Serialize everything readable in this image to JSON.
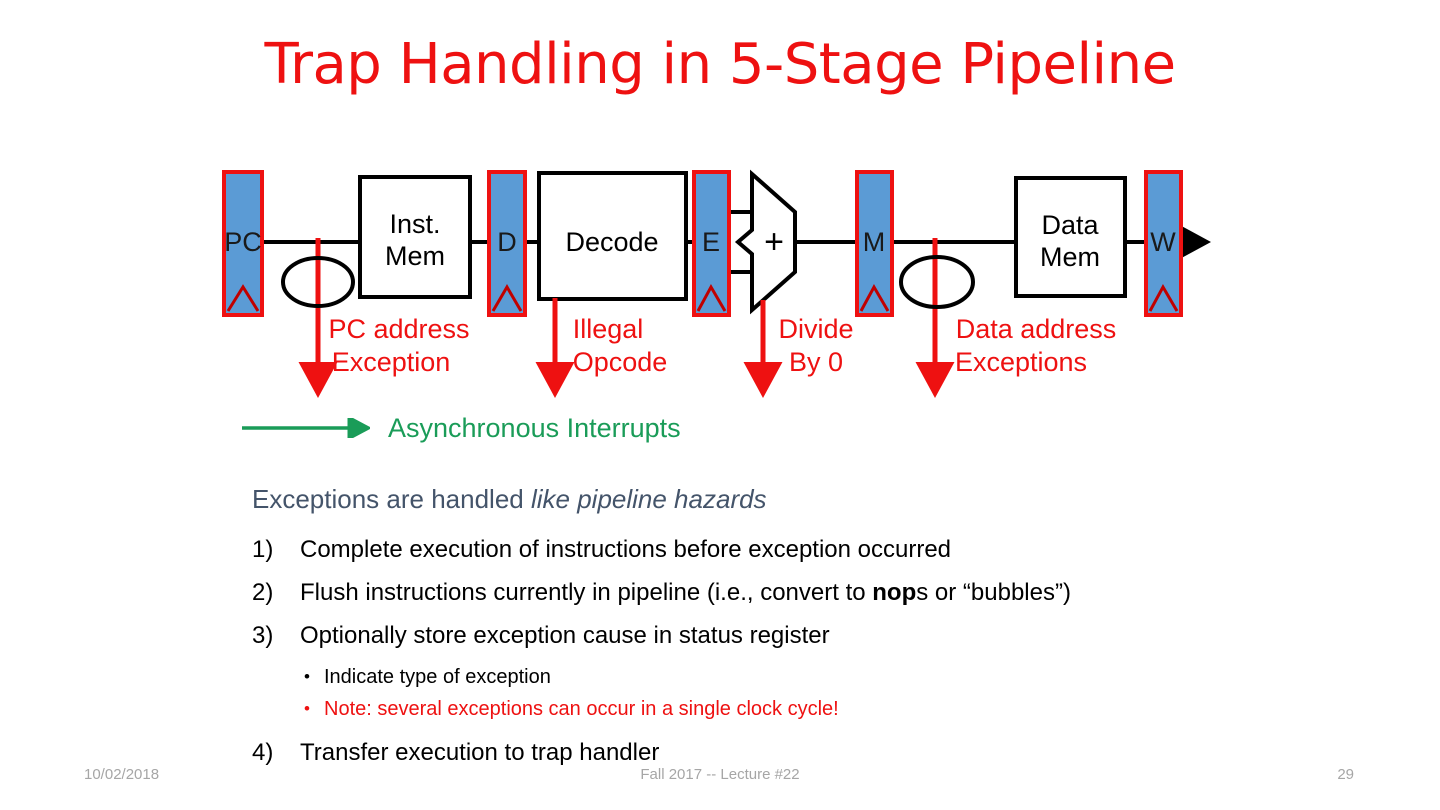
{
  "slide": {
    "title": "Trap Handling in 5-Stage Pipeline",
    "title_color": "#ee1111"
  },
  "diagram": {
    "register_fill": "#5b9bd5",
    "register_stroke": "#ee1111",
    "wire_color": "#000000",
    "exception_color": "#ee1111",
    "stages": [
      {
        "id": "pc",
        "label": "PC"
      },
      {
        "id": "d",
        "label": "D"
      },
      {
        "id": "e",
        "label": "E"
      },
      {
        "id": "m",
        "label": "M"
      },
      {
        "id": "w",
        "label": "W"
      }
    ],
    "units": [
      {
        "id": "inst-mem",
        "line1": "Inst.",
        "line2": "Mem"
      },
      {
        "id": "decode",
        "line1": "Decode",
        "line2": ""
      },
      {
        "id": "data-mem",
        "line1": "Data",
        "line2": "Mem"
      }
    ],
    "alu": {
      "symbol": "+"
    },
    "exceptions": [
      {
        "id": "pc-address-exception",
        "line1": "PC address",
        "line2": "Exception"
      },
      {
        "id": "illegal-opcode",
        "line1": "Illegal",
        "line2": "Opcode"
      },
      {
        "id": "divide-by-zero",
        "line1": "Divide",
        "line2": "By 0"
      },
      {
        "id": "data-address-exceptions",
        "line1": "Data address",
        "line2": "Exceptions"
      }
    ]
  },
  "async": {
    "label": "Asynchronous Interrupts",
    "color": "#1a9c58"
  },
  "body": {
    "lead_normal": "Exceptions are handled ",
    "lead_italic": "like pipeline hazards",
    "items": [
      {
        "num": "1)",
        "text": "Complete execution of instructions before exception occurred"
      },
      {
        "num": "2)",
        "pre": "Flush instructions currently in pipeline (i.e., convert to ",
        "bold": "nop",
        "post": "s or “bubbles”)"
      },
      {
        "num": "3)",
        "text": "Optionally store exception cause in status register"
      },
      {
        "num": "4)",
        "text": "Transfer execution to trap handler"
      }
    ],
    "sub_items": [
      {
        "bullet": "•",
        "text": "Indicate type of exception",
        "color": "black"
      },
      {
        "bullet": "•",
        "text": "Note: several exceptions can occur in a single clock cycle!",
        "color": "red"
      }
    ]
  },
  "footer": {
    "date": "10/02/2018",
    "center": "Fall 2017 -- Lecture #22",
    "page": "29"
  }
}
